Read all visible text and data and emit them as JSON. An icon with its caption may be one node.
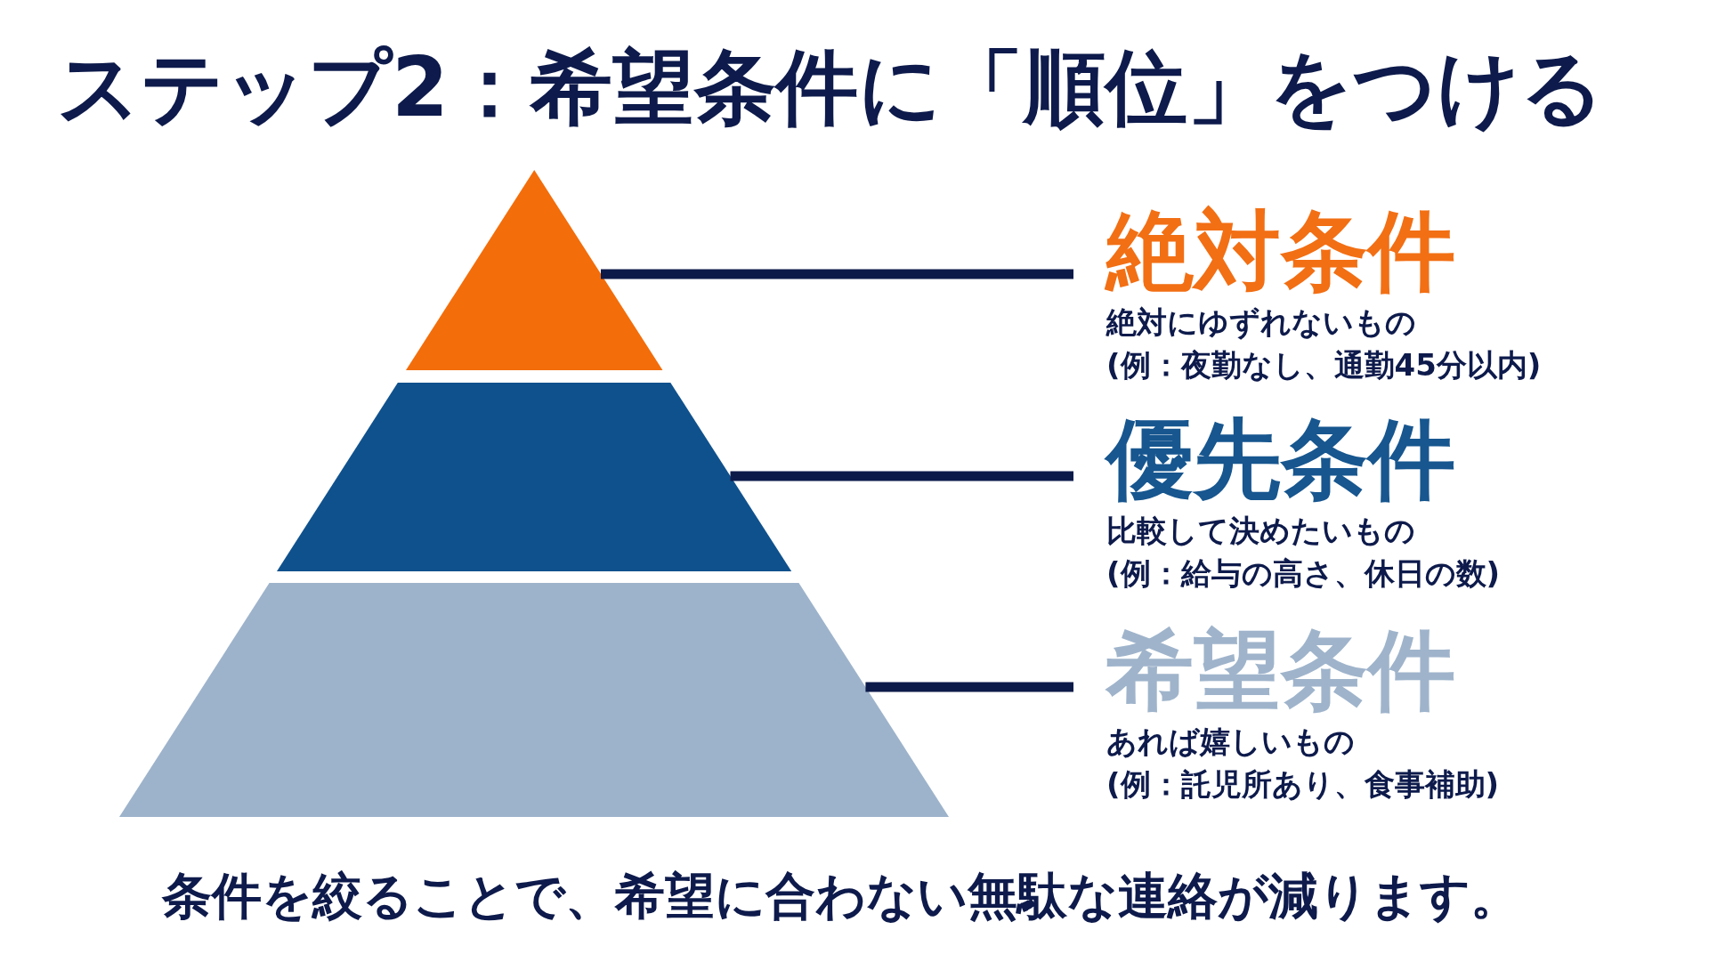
{
  "diagram": {
    "title": "ステップ2：希望条件に「順位」をつける",
    "nodes": [
      {
        "text": [],
        "shape": "triangle"
      },
      {
        "text": [],
        "shape": "trapezoid"
      },
      {
        "text": [],
        "shape": "trapezoid"
      },
      {
        "text": [
          "絶対条件",
          "絶対にゆずれないもの",
          "(例：夜勤なし、通勤45分以内)"
        ]
      },
      {
        "text": [
          "優先条件",
          "比較して決めたいもの",
          "(例：給与の高さ、休日の数)"
        ]
      },
      {
        "text": [
          "希望条件",
          "あれば嬉しいもの",
          "(例：託児所あり、食事補助)"
        ]
      }
    ],
    "edges": [
      {
        "from": 3,
        "to": 0,
        "arrow": "none"
      },
      {
        "from": 4,
        "to": 1,
        "arrow": "none"
      },
      {
        "from": 5,
        "to": 2,
        "arrow": "none"
      }
    ],
    "caption": "条件を絞ることで、希望に合わない無駄な連絡が減ります。"
  }
}
